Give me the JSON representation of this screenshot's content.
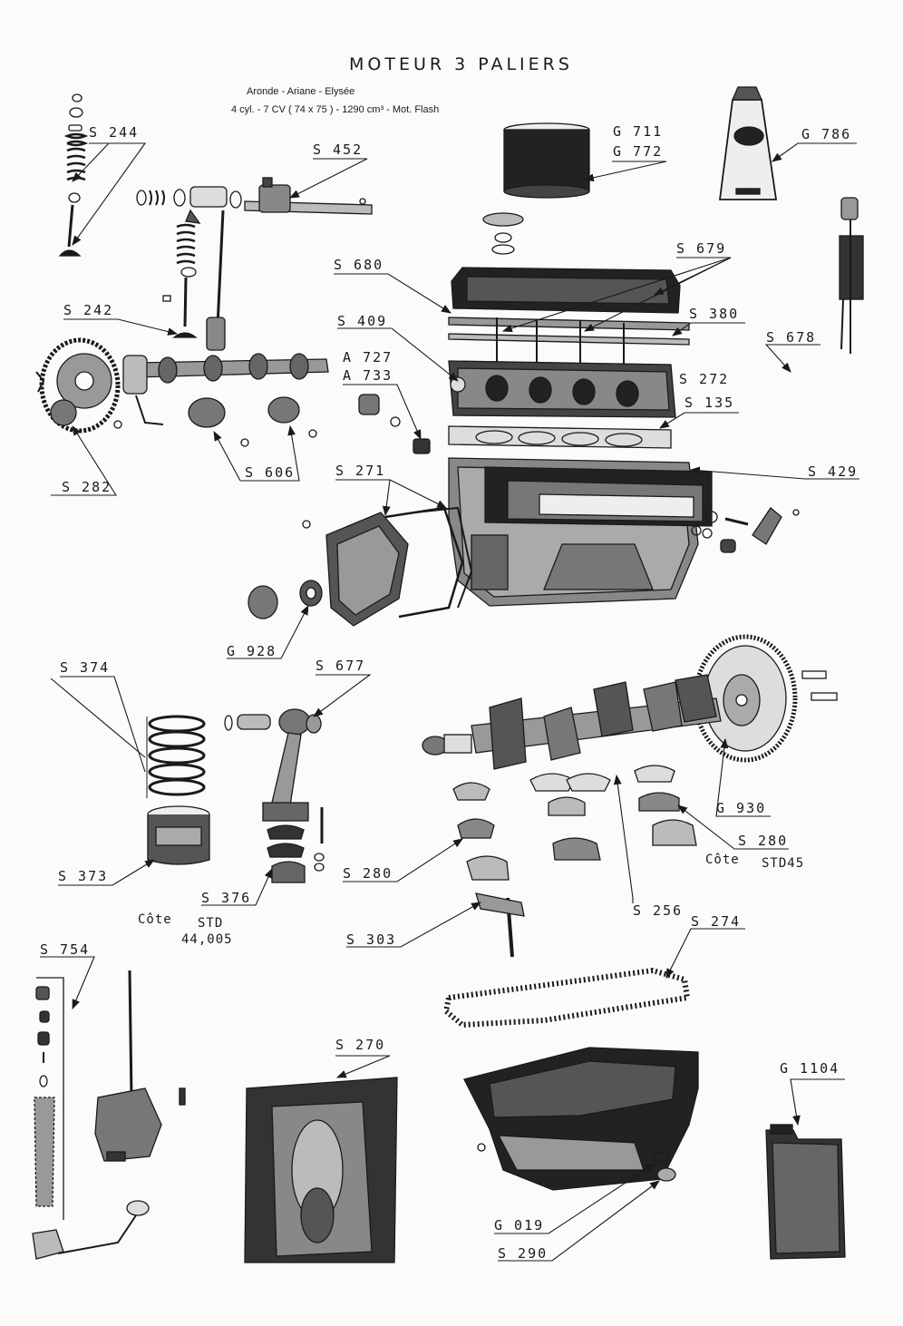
{
  "title": "MOTEUR 3 PALIERS",
  "subtitle_models": "Aronde - Ariane - Elysée",
  "subtitle_spec": "4 cyl. - 7 CV ( 74 x 75 ) - 1290 cm³ - Mot. Flash",
  "labels": {
    "s244": "S 244",
    "s452": "S 452",
    "g711": "G 711",
    "g772": "G 772",
    "g786": "G 786",
    "s680": "S 680",
    "s679": "S 679",
    "s242": "S 242",
    "s409": "S 409",
    "s380": "S 380",
    "s678": "S 678",
    "a727": "A 727",
    "a733": "A 733",
    "s272": "S 272",
    "s135": "S 135",
    "s282": "S 282",
    "s606": "S 606",
    "s271": "S 271",
    "s429": "S 429",
    "g928": "G 928",
    "s374": "S 374",
    "s677": "S 677",
    "g930": "G 930",
    "s280a": "S 280",
    "s280b": "S 280",
    "s373": "S 373",
    "s376": "S 376",
    "s256": "S 256",
    "s274": "S 274",
    "s303": "S 303",
    "s754": "S 754",
    "s270": "S 270",
    "g1104": "G 1104",
    "g019": "G 019",
    "s290": "S 290"
  },
  "notes": {
    "cote_std45_a": "Côte",
    "cote_std45_b": "STD45",
    "cote_std_a": "Côte",
    "cote_std_b": "STD",
    "cote_std_val": "44,005"
  }
}
